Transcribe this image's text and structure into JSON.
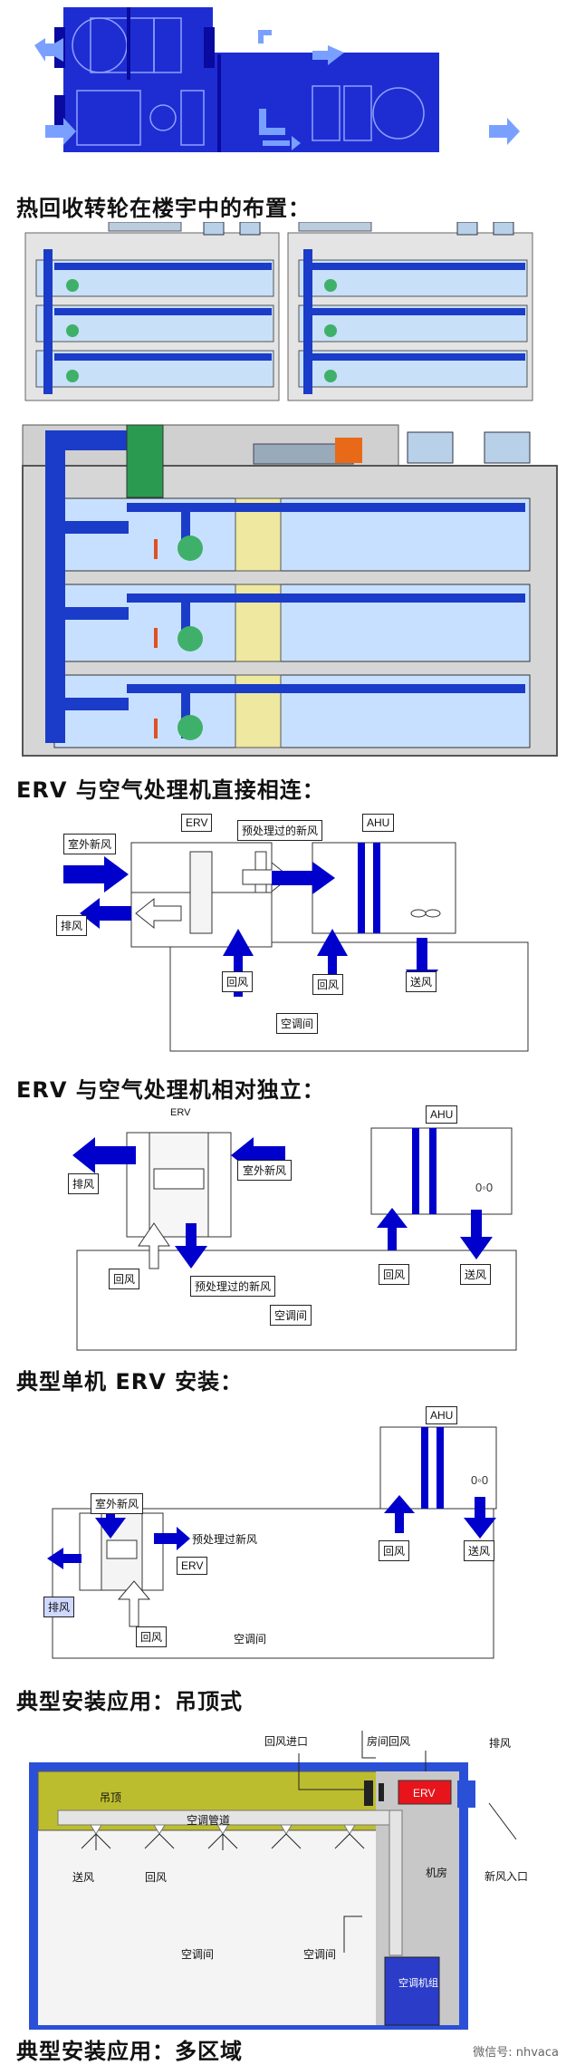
{
  "captions": {
    "c1": "热回收转轮在楼宇中的布置：",
    "c2": "ERV 与空气处理机直接相连：",
    "c3": "ERV 与空气处理机相对独立：",
    "c4": "典型单机 ERV 安装：",
    "c5": "典型安装应用：吊顶式",
    "c6": "典型安装应用：多区域"
  },
  "d2": {
    "outdoor_air": "室外新风",
    "erv": "ERV",
    "pretreated": "预处理过的新风",
    "ahu": "AHU",
    "exhaust": "排风",
    "return1": "回风",
    "return2": "回风",
    "supply": "送风",
    "room": "空调间"
  },
  "d3": {
    "erv": "ERV",
    "ahu": "AHU",
    "exhaust": "排风",
    "outdoor_air": "室外新风",
    "return1": "回风",
    "pretreated": "预处理过的新风",
    "return2": "回风",
    "supply": "送风",
    "room": "空调间"
  },
  "d4": {
    "ahu": "AHU",
    "outdoor_air": "室外新风",
    "pretreated": "预处理过新风",
    "erv": "ERV",
    "exhaust": "排风",
    "return1": "回风",
    "return2": "回风",
    "supply": "送风",
    "room": "空调间"
  },
  "d5": {
    "return_inlet": "回风进口",
    "room_return": "房间回风",
    "exhaust": "排风",
    "ceiling": "吊顶",
    "duct": "空调管道",
    "erv": "ERV",
    "machine_room": "机房",
    "fresh_inlet": "新风入口",
    "supply": "送风",
    "return": "回风",
    "room1": "空调间",
    "room2": "空调间",
    "unit": "空调机组"
  },
  "watermark": "微信号: nhvaca",
  "colors": {
    "blue": "#0000cc",
    "duct": "#1a3cc8",
    "olive": "#bcbd2e",
    "red": "#e8141c",
    "grey": "#c8c8c8"
  }
}
